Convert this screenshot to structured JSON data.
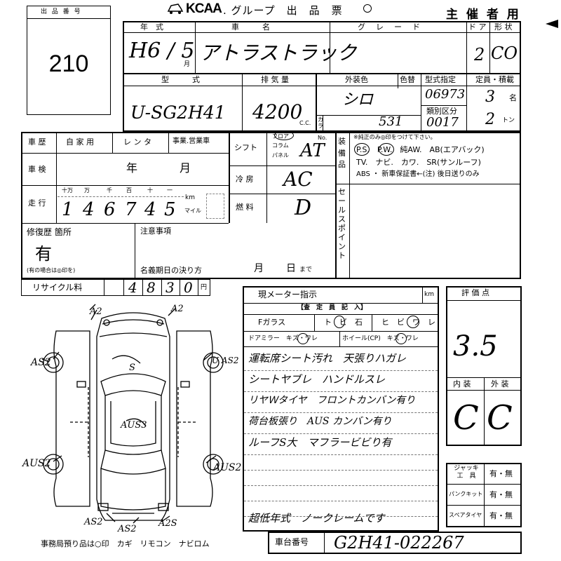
{
  "header": {
    "logo": "KCAA",
    "title": ". グループ　出　品　票",
    "organizer": "主 催 者 用",
    "lot_label": "出 品 番 号",
    "lot_number": "210"
  },
  "row1": {
    "year_label": "年　式",
    "year_value": "H6 / 5",
    "month_suffix": "月",
    "car_name_label": "車　　　名",
    "car_name_value": "アトラストラック",
    "grade_label": "グ　レ　ー　ド",
    "doors_label": "ド ア",
    "doors_value": "2",
    "shape_label": "形 状",
    "shape_value": "CO"
  },
  "row2": {
    "model_label": "型　　　式",
    "model_value": "U-SG2H41",
    "displacement_label": "排 気 量",
    "displacement_value": "4200",
    "displacement_unit": "C.C.",
    "color_label": "外装色",
    "color_change_label": "色替",
    "color_value": "シロ",
    "color_no_label": "カラー No.",
    "color_no_value": "531",
    "type_designation_label": "型式指定",
    "type_designation_value": "06973",
    "category_label": "類別区分",
    "category_value": "0017",
    "capacity_label": "定員・積載",
    "capacity_value": "3",
    "capacity_unit": "名",
    "load_value": "2",
    "load_unit": "トン"
  },
  "history": {
    "label": "車 歴",
    "options": [
      "自 家 用",
      "レ ン タ",
      "事業.営業車"
    ],
    "shaken_label": "車 検",
    "shaken_year": "年",
    "shaken_month": "月",
    "mileage_label": "走 行",
    "digit_labels": [
      "十万",
      "万",
      "千",
      "百",
      "十",
      "一"
    ],
    "mileage_digits": [
      "1",
      "4",
      "6",
      "7",
      "4",
      "5"
    ],
    "km_label": "km",
    "mile_label": "マイル"
  },
  "shift": {
    "label": "シフト",
    "options": [
      "フロア",
      "コラム",
      "パネル"
    ],
    "value": "AT",
    "ac_label": "冷 房",
    "ac_value": "AC",
    "fuel_label": "燃 料",
    "fuel_value": "D"
  },
  "equipment": {
    "label": "装備品",
    "note": "※純正のみ◎印をつけて下さい。",
    "line1": "P.S.　P.W.　純AW.　AB(エアバック)",
    "line2": "TV.　ナビ.　カワ.　SR(サンルーフ)",
    "line3": "ABS ・ 新車保証書←(注) 後日送りのみ",
    "sales_point_label": "セールスポイント"
  },
  "repair": {
    "label": "修復歴 箇所",
    "value": "有",
    "note": "(有の場合は◎印を)"
  },
  "notes": {
    "label": "注意事項",
    "expiry_label": "名義期日の決り方",
    "month": "月",
    "day": "日",
    "until": "まで"
  },
  "recycle": {
    "label": "リサイクル料",
    "digits": [
      "4",
      "8",
      "3",
      "0"
    ],
    "unit": "円"
  },
  "inspector": {
    "meter_label": "現メーター指示",
    "meter_unit": "km",
    "section_label": "【査　定　員　記　入】",
    "glass_label": "Fガラス",
    "glass_options": [
      "ト　ビ　石",
      "ヒ　ビ　ワ　レ"
    ],
    "mirror_label": "ドアミラー　キズ・ワレ",
    "wheel_label": "ホイール(CP)　キズ・ワレ",
    "comments": [
      "運転席シート汚れ　天張りハガレ",
      "シートヤブレ　ハンドルスレ",
      "リヤＷタイヤ　フロントカンバン有り",
      "荷台板張り　AUS カンバン有り",
      "ルーフS大　マフラービビり有"
    ],
    "final_comment": "超低年式　ノークレームです"
  },
  "grading": {
    "label": "評 価 点",
    "score": "3.5",
    "interior_label": "内 装",
    "exterior_label": "外 装",
    "interior_value": "C",
    "exterior_value": "C"
  },
  "tools": {
    "label": "ジャッキ工具",
    "rows": [
      {
        "label": "ジャッキ工具",
        "value": "有・無"
      },
      {
        "label": "パンクキット",
        "value": "有・無"
      },
      {
        "label": "スペアタイヤ",
        "value": "有・無"
      }
    ]
  },
  "chassis": {
    "label": "車台番号",
    "value": "G2H41-022267"
  },
  "diagram": {
    "marks": [
      "A2",
      "A2",
      "AS2",
      "U AS2",
      "S",
      "AUS3",
      "AUS2",
      "AUS2",
      "AS2",
      "AS2",
      "A2S"
    ],
    "footer": "事務局預り品は○印　カギ　リモコン　ナビロム"
  }
}
